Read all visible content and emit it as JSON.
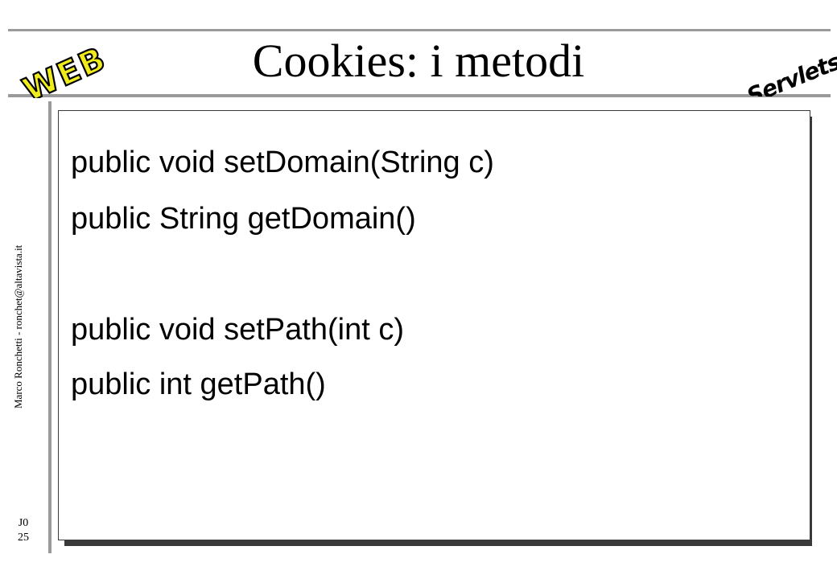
{
  "slide": {
    "title": "Cookies: i metodi",
    "logo_left_text": "WEB",
    "logo_right_text": "Servlets",
    "author": "Marco Ronchetti  -  ronchet@altavista.it",
    "page_prefix": "J0",
    "page_number": "25"
  },
  "content": {
    "lines": [
      "public void setDomain(String c)",
      "public String getDomain()",
      "public void setPath(int c)",
      "public int getPath()"
    ]
  },
  "colors": {
    "logo_fill": "#f0ec1c",
    "logo_stroke": "#000000",
    "rule": "#9a9a9a",
    "shadow": "#3a3a3a"
  }
}
